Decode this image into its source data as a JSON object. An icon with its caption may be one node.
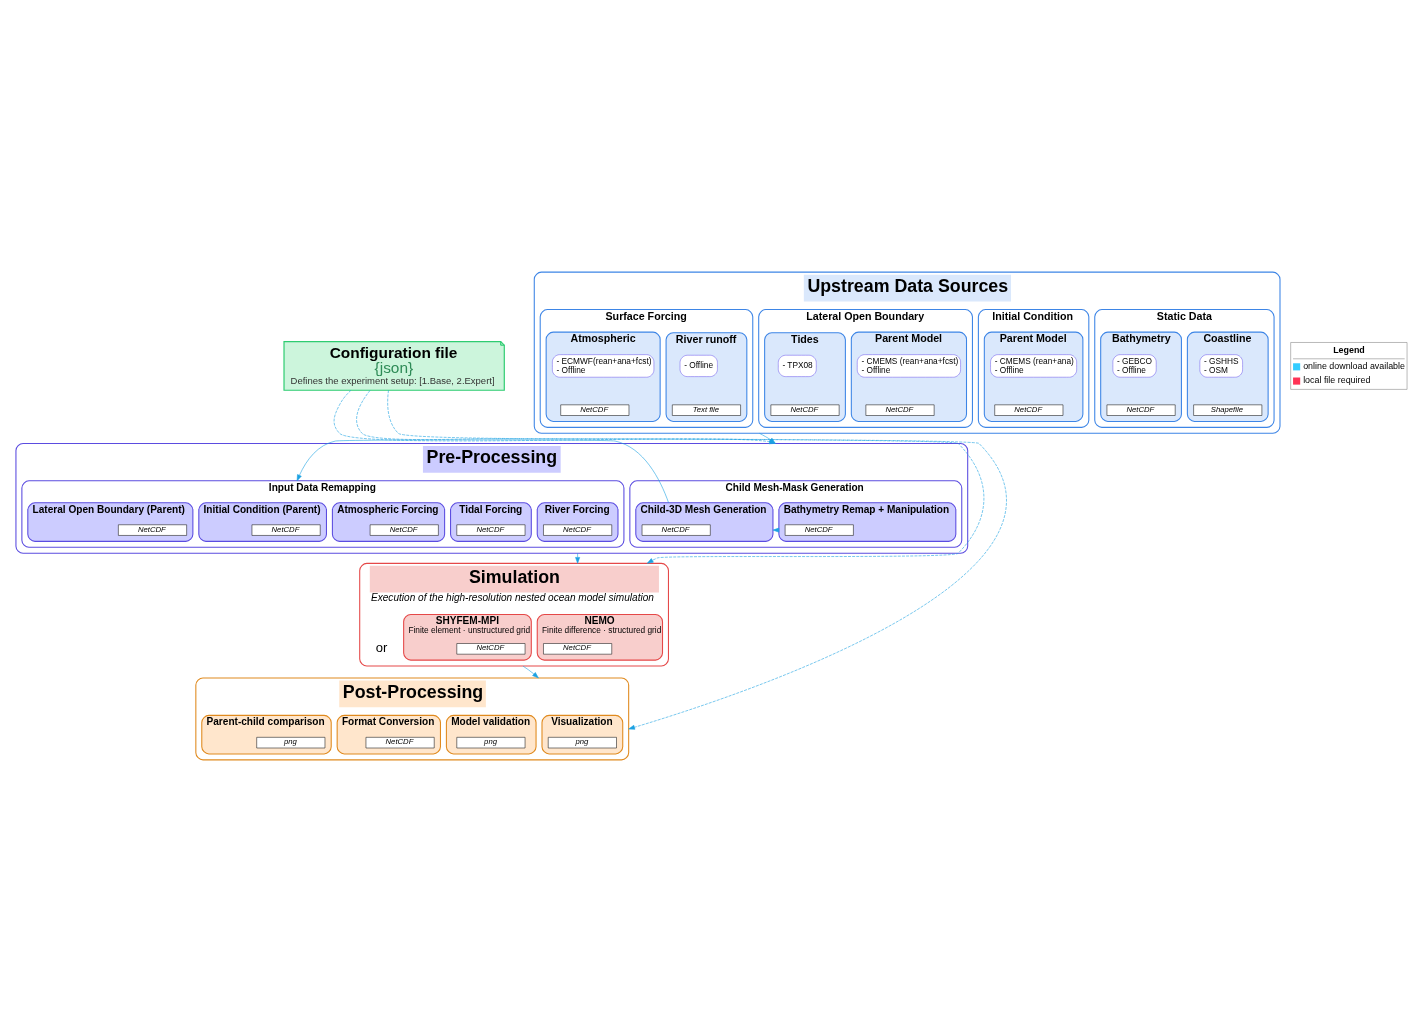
{
  "diagram": {
    "nodes": [
      {
        "text": [
          "Configuration file",
          "{json}",
          "Defines the experiment setup: [**1.Base, 2.Expert**]"
        ]
      },
      {
        "text": [
          "Upstream Data Sources"
        ]
      },
      {
        "text": [
          "Static Data"
        ],
        "in": 1
      },
      {
        "text": [
          "Coastline"
        ],
        "in": 2
      },
      {
        "text": [
          "- GSHHS",
          "- OSM"
        ],
        "in": 3
      },
      {
        "text": [
          "Shapefile"
        ],
        "in": 3
      },
      {
        "text": [
          "Bathymetry"
        ],
        "in": 2
      },
      {
        "text": [
          "- GEBCO",
          "- Offline"
        ],
        "in": 6
      },
      {
        "text": [
          "NetCDF"
        ],
        "in": 6
      },
      {
        "text": [
          "Initial Condition"
        ],
        "in": 1
      },
      {
        "text": [
          "Parent Model"
        ],
        "in": 9
      },
      {
        "text": [
          "- CMEMS (rean+ana)",
          "- Offline"
        ],
        "in": 10
      },
      {
        "text": [
          "NetCDF"
        ],
        "in": 10
      },
      {
        "text": [
          "Lateral Open Boundary"
        ],
        "in": 1
      },
      {
        "text": [
          "Parent Model"
        ],
        "in": 13
      },
      {
        "text": [
          "- CMEMS (rean+ana+fcst)",
          "- Offline"
        ],
        "in": 14
      },
      {
        "text": [
          "NetCDF"
        ],
        "in": 14
      },
      {
        "text": [
          "Tides"
        ],
        "in": 13
      },
      {
        "text": [
          "- TPX08"
        ],
        "in": 17
      },
      {
        "text": [
          "NetCDF"
        ],
        "in": 17
      },
      {
        "text": [
          "Surface Forcing"
        ],
        "in": 1
      },
      {
        "text": [
          "Atmospheric"
        ],
        "in": 20
      },
      {
        "text": [
          "- ECMWF(rean+ana+fcst)",
          "- Offline"
        ],
        "in": 21
      },
      {
        "text": [
          "NetCDF"
        ],
        "in": 21
      },
      {
        "text": [
          "River runoff"
        ],
        "in": 20
      },
      {
        "text": [
          "- Offline"
        ],
        "in": 24
      },
      {
        "text": [
          "Text file"
        ],
        "in": 24
      },
      {
        "text": [
          "Pre-Processing"
        ]
      },
      {
        "text": [
          "Child Mesh-Mask Generation"
        ],
        "in": 27
      },
      {
        "text": [
          "Bathymetry Remap + Manipulation"
        ],
        "in": 28
      },
      {
        "text": [
          "NetCDF"
        ],
        "in": 29
      },
      {
        "text": [
          "Child-3D Mesh Generation"
        ],
        "in": 28
      },
      {
        "text": [
          "NetCDF"
        ],
        "in": 31
      },
      {
        "text": [
          "Input Data Remapping"
        ],
        "in": 27
      },
      {
        "text": [
          "Initial Condition (Parent)"
        ],
        "in": 33
      },
      {
        "text": [
          "NetCDF"
        ],
        "in": 34
      },
      {
        "text": [
          "Lateral Open Boundary (Parent)"
        ],
        "in": 33
      },
      {
        "text": [
          "NetCDF"
        ],
        "in": 36
      },
      {
        "text": [
          "Tidal Forcing"
        ],
        "in": 33
      },
      {
        "text": [
          "NetCDF"
        ],
        "in": 38
      },
      {
        "text": [
          "Atmospheric Forcing"
        ],
        "in": 33
      },
      {
        "text": [
          "NetCDF"
        ],
        "in": 40
      },
      {
        "text": [
          "River Forcing"
        ],
        "in": 33
      },
      {
        "text": [
          "NetCDF"
        ],
        "in": 42
      },
      {
        "text": [
          "Simulation",
          "Execution of the high-resolution nested ocean model simulation"
        ]
      },
      {
        "text": [
          "NEMO",
          "Finite difference · structured grid"
        ],
        "in": 44
      },
      {
        "text": [
          "NetCDF"
        ],
        "in": 45
      },
      {
        "text": [
          "SHYFEM-MPI",
          "Finite element · unstructured grid"
        ],
        "in": 44
      },
      {
        "text": [
          "NetCDF"
        ],
        "in": 47
      },
      {
        "text": [
          "Post-Processing"
        ]
      },
      {
        "text": [
          "Visualization"
        ],
        "in": 49
      },
      {
        "text": [
          "png"
        ],
        "in": 50
      },
      {
        "text": [
          "Parent-child comparison"
        ],
        "in": 49
      },
      {
        "text": [
          "png"
        ],
        "in": 52
      },
      {
        "text": [
          "Model validation"
        ],
        "in": 49
      },
      {
        "text": [
          "png"
        ],
        "in": 54
      },
      {
        "text": [
          "Format Conversion"
        ],
        "in": 49
      },
      {
        "text": [
          "NetCDF"
        ],
        "in": 56
      }
    ],
    "edges": [
      {
        "from": 1,
        "to": 27,
        "arrow": "to"
      },
      {
        "from": 29,
        "to": 31,
        "arrow": "to"
      },
      {
        "from": 31,
        "to": 33,
        "arrow": "to"
      },
      {
        "from": 27,
        "to": 44,
        "arrow": "to"
      },
      {
        "from": 44,
        "to": 49,
        "arrow": "to"
      },
      {
        "from": 0,
        "to": 27,
        "arrow": "to",
        "style": "dashed"
      },
      {
        "from": 0,
        "to": 44,
        "arrow": "to",
        "style": "dashed"
      },
      {
        "from": 0,
        "to": 49,
        "arrow": "to",
        "style": "dashed"
      }
    ],
    "labels": [
      "Legend",
      "or"
    ],
    "legend": [
      {
        "text": "online download available"
      },
      {
        "text": "local file required"
      }
    ]
  }
}
